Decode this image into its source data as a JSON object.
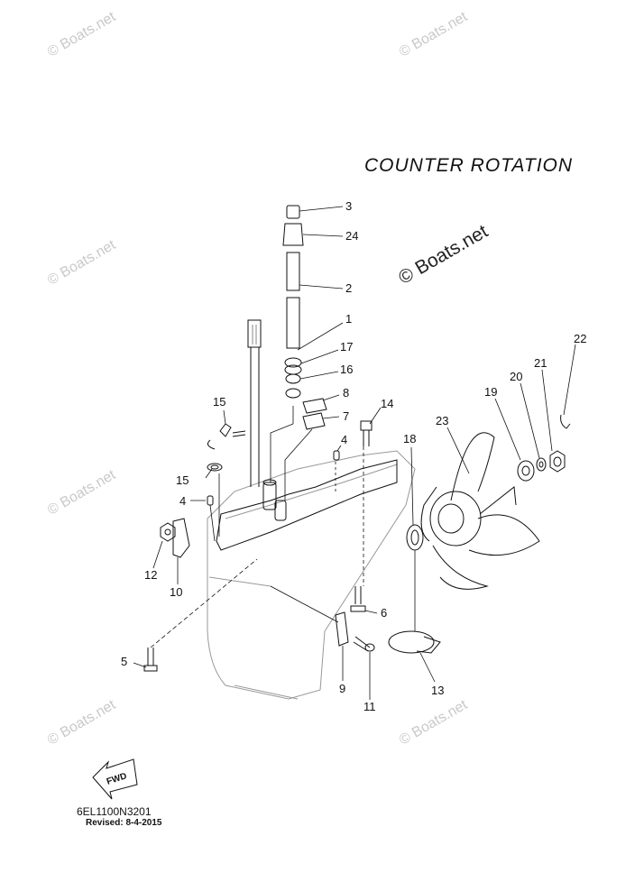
{
  "title": "COUNTER ROTATION",
  "watermark": "© Boats.net",
  "part_code": "6EL1100N3201",
  "revised": "Revised: 8-4-2015",
  "fwd_label": "FWD",
  "callouts": [
    "1",
    "2",
    "3",
    "4",
    "4",
    "5",
    "6",
    "7",
    "8",
    "9",
    "10",
    "11",
    "12",
    "13",
    "14",
    "15",
    "15",
    "16",
    "17",
    "18",
    "19",
    "20",
    "21",
    "22",
    "23",
    "24"
  ]
}
